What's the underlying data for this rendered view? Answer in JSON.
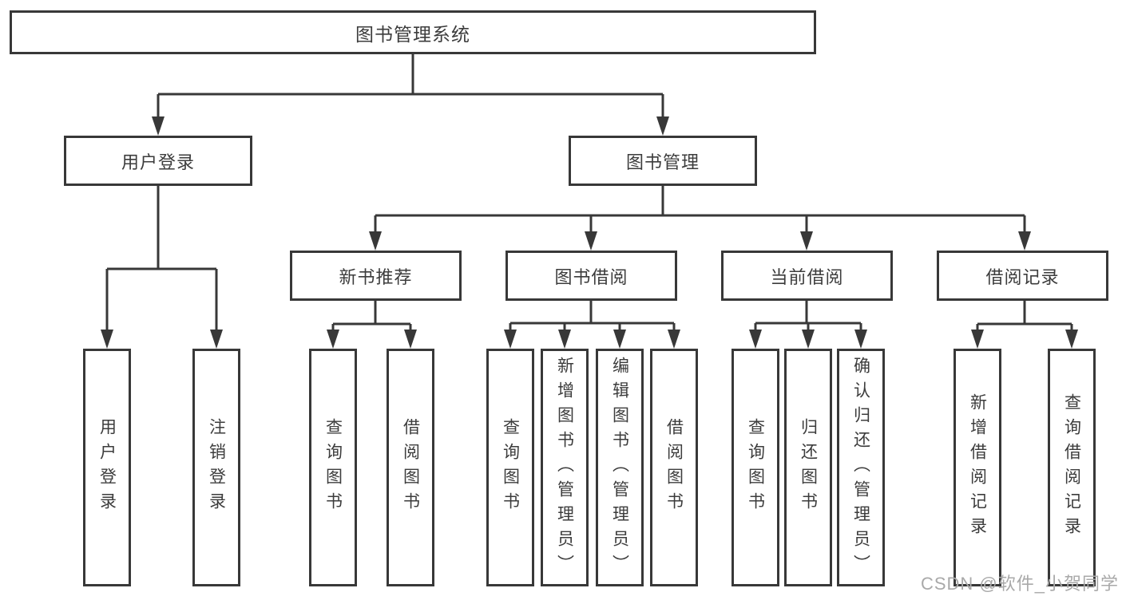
{
  "page": {
    "background": "#ffffff"
  },
  "colors": {
    "line": "#383838",
    "box_border": "#383838",
    "text": "#3c3c3c",
    "watermark": "#a9a9a9"
  },
  "tree": {
    "label": "图书管理系统",
    "children": [
      {
        "label": "用户登录",
        "children": [
          {
            "label": "用户登录"
          },
          {
            "label": "注销登录"
          }
        ]
      },
      {
        "label": "图书管理",
        "children": [
          {
            "label": "新书推荐",
            "children": [
              {
                "label": "查询图书"
              },
              {
                "label": "借阅图书"
              }
            ]
          },
          {
            "label": "图书借阅",
            "children": [
              {
                "label": "查询图书"
              },
              {
                "label": "新增图书（管理员）"
              },
              {
                "label": "编辑图书（管理员）"
              },
              {
                "label": "借阅图书"
              }
            ]
          },
          {
            "label": "当前借阅",
            "children": [
              {
                "label": "查询图书"
              },
              {
                "label": "归还图书"
              },
              {
                "label": "确认归还（管理员）"
              }
            ]
          },
          {
            "label": "借阅记录",
            "children": [
              {
                "label": "新增借阅记录"
              },
              {
                "label": "查询借阅记录"
              }
            ]
          }
        ]
      }
    ]
  },
  "watermark": {
    "text": "CSDN @软件_小贺同学"
  }
}
